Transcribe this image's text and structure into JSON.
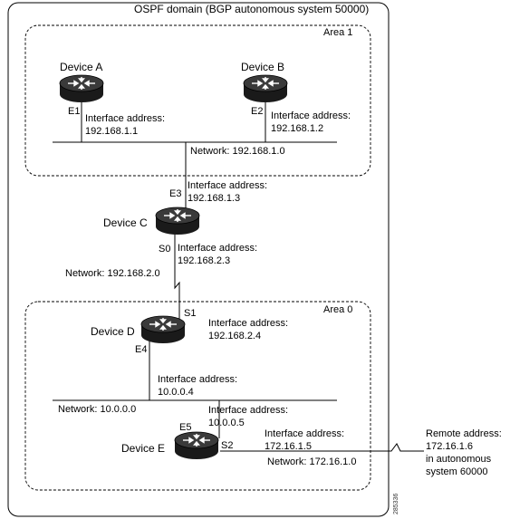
{
  "domain_title": "OSPF domain (BGP autonomous system 50000)",
  "areas": {
    "area1": "Area 1",
    "area0": "Area 0"
  },
  "devices": {
    "a": "Device A",
    "b": "Device B",
    "c": "Device C",
    "d": "Device D",
    "e": "Device E"
  },
  "interfaces": {
    "e1": "E1",
    "e2": "E2",
    "e3": "E3",
    "s0": "S0",
    "s1": "S1",
    "e4": "E4",
    "e5": "E5",
    "s2": "S2"
  },
  "addresses": {
    "label": "Interface address:",
    "a_e1": "192.168.1.1",
    "b_e2": "192.168.1.2",
    "c_e3": "192.168.1.3",
    "c_s0": "192.168.2.3",
    "d_s1": "192.168.2.4",
    "d_e4": "10.0.0.4",
    "e_e5": "10.0.0.5",
    "e_s2": "172.16.1.5"
  },
  "networks": {
    "n1": "Network: 192.168.1.0",
    "n2": "Network: 192.168.2.0",
    "n3": "Network: 10.0.0.0",
    "n4": "Network: 172.16.1.0"
  },
  "remote": {
    "line1": "Remote address:",
    "line2": "172.16.1.6",
    "line3": "in autonomous",
    "line4": "system 60000"
  },
  "figure_id": "285336",
  "icons": [
    "router-icon"
  ]
}
